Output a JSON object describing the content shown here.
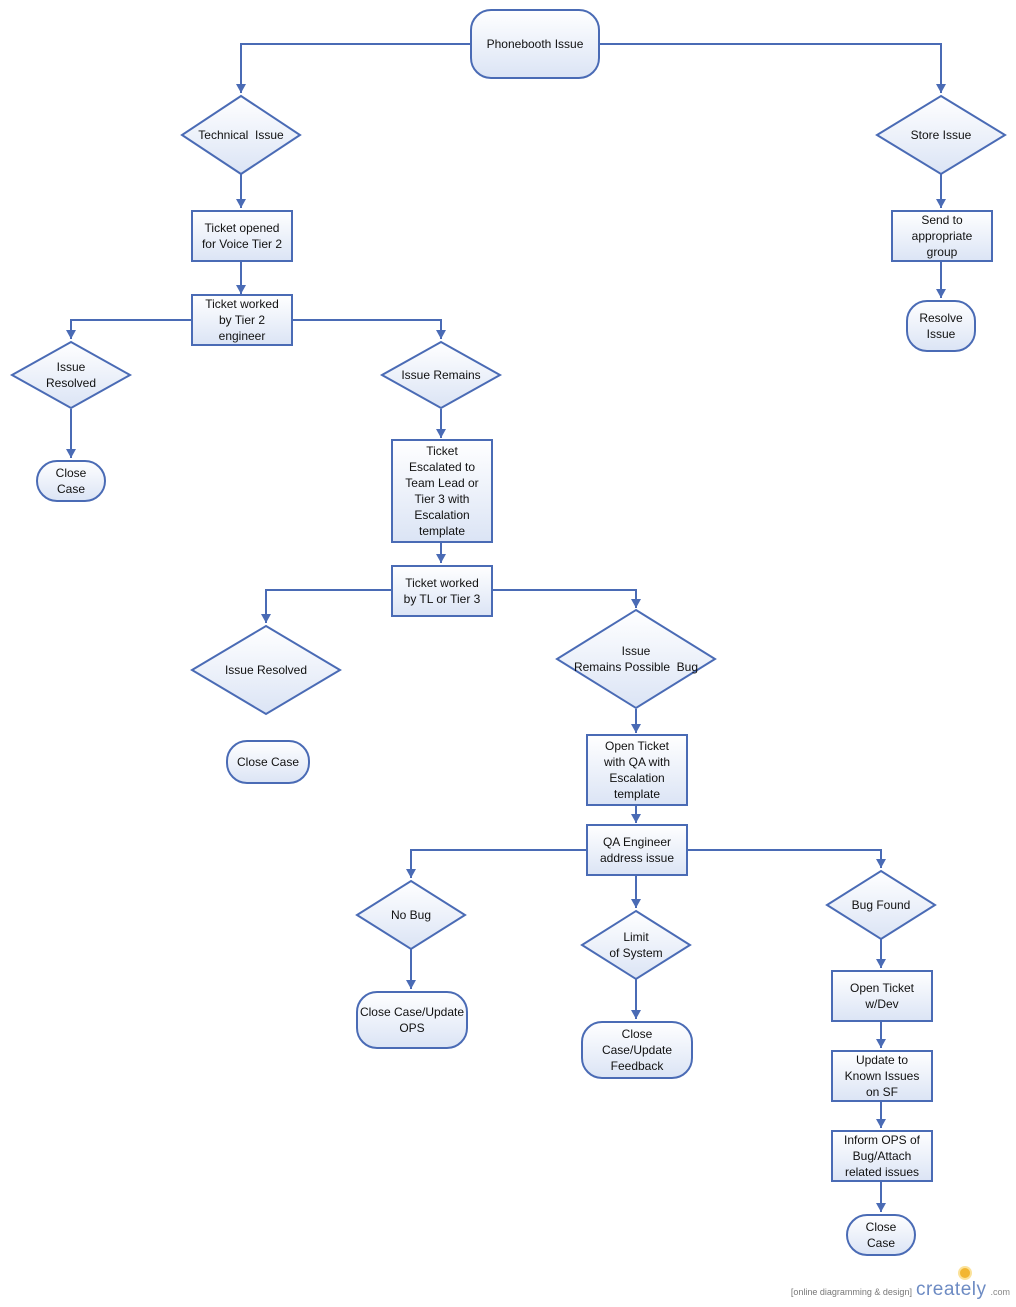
{
  "nodes": {
    "phonebooth_issue": "Phonebooth Issue",
    "technical_issue": "Technical  Issue",
    "store_issue": "Store Issue",
    "ticket_opened": "Ticket opened\nfor Voice Tier 2",
    "send_group": "Send to\nappropriate\ngroup",
    "resolve_issue": "Resolve\nIssue",
    "ticket_worked_tier2": "Ticket worked\nby Tier 2\nengineer",
    "issue_resolved_1": "Issue\nResolved",
    "issue_remains": "Issue Remains",
    "close_case_1": "Close\nCase",
    "ticket_escalated": "Ticket\nEscalated to\nTeam Lead or\nTier 3 with\nEscalation\ntemplate",
    "ticket_worked_tl": "Ticket worked\nby TL or Tier 3",
    "issue_resolved_2": "Issue Resolved",
    "issue_remains_bug": "Issue\nRemains Possible  Bug",
    "close_case_2": "Close Case",
    "open_ticket_qa": "Open Ticket\nwith QA with\nEscalation\ntemplate",
    "qa_engineer": "QA Engineer\naddress issue",
    "no_bug": "No Bug",
    "limit_system": "Limit\nof System",
    "bug_found": "Bug Found",
    "close_case_ops": "Close Case/Update\nOPS",
    "close_case_feedback": "Close\nCase/Update\nFeedback",
    "open_ticket_dev": "Open Ticket\nw/Dev",
    "update_known": "Update to\nKnown Issues\non SF",
    "inform_ops": "Inform OPS of\nBug/Attach\nrelated issues",
    "close_case_3": "Close\nCase"
  },
  "watermark": {
    "tagline": "[online diagramming & design]",
    "brand": "creately",
    "suffix": ".com"
  },
  "colors": {
    "stroke": "#4a6bb5",
    "fill_top": "#ffffff",
    "fill_bottom": "#dbe4f5"
  }
}
